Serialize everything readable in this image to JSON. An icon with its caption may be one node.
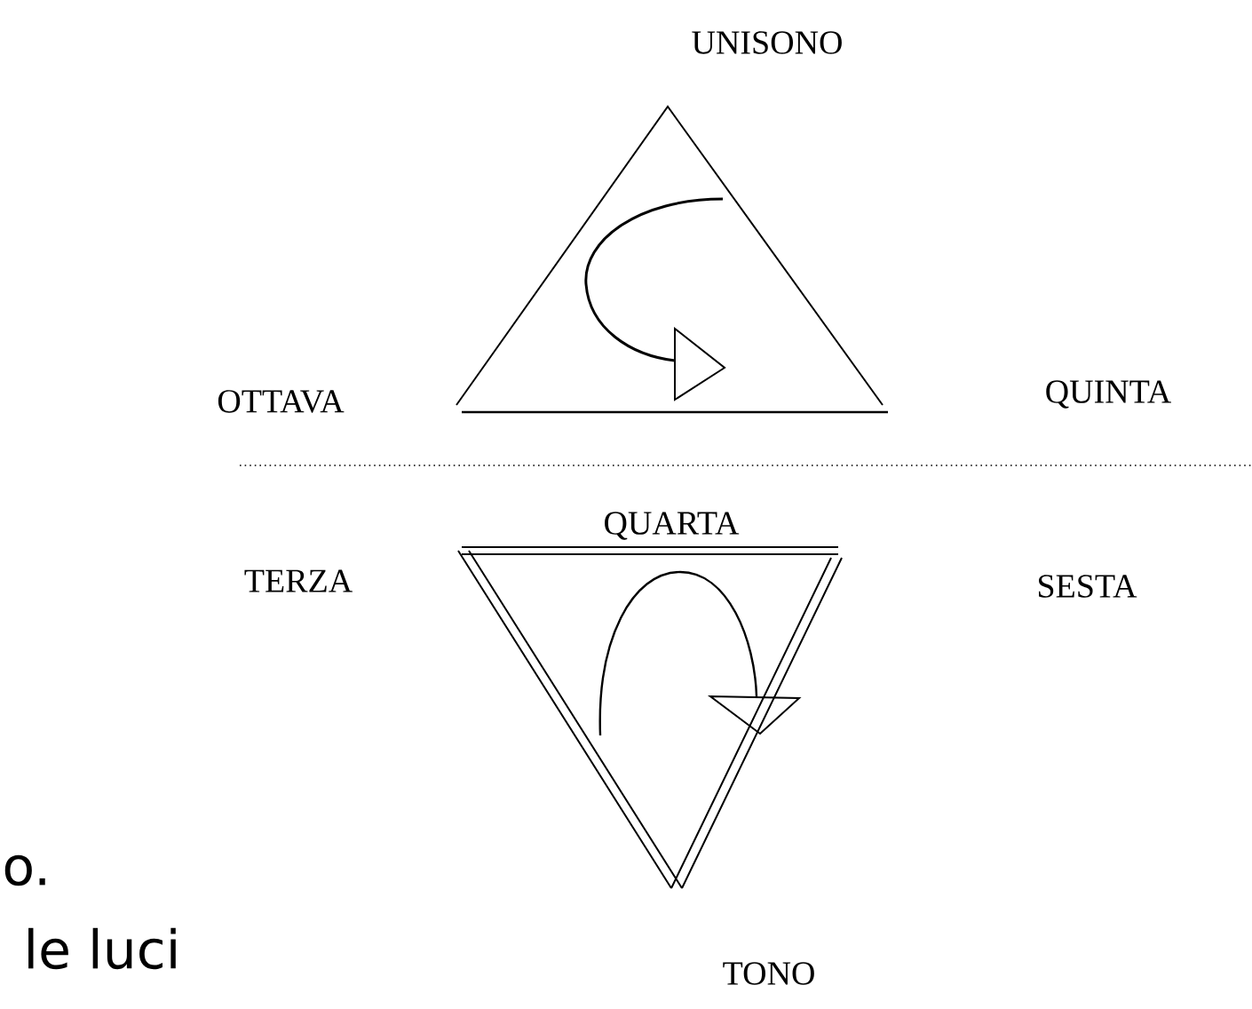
{
  "diagram": {
    "labels": [
      "UNISONO",
      "OTTAVA",
      "QUINTA",
      "QUARTA",
      "TERZA",
      "SESTA",
      "o.",
      "le luci",
      "TONO"
    ]
  }
}
